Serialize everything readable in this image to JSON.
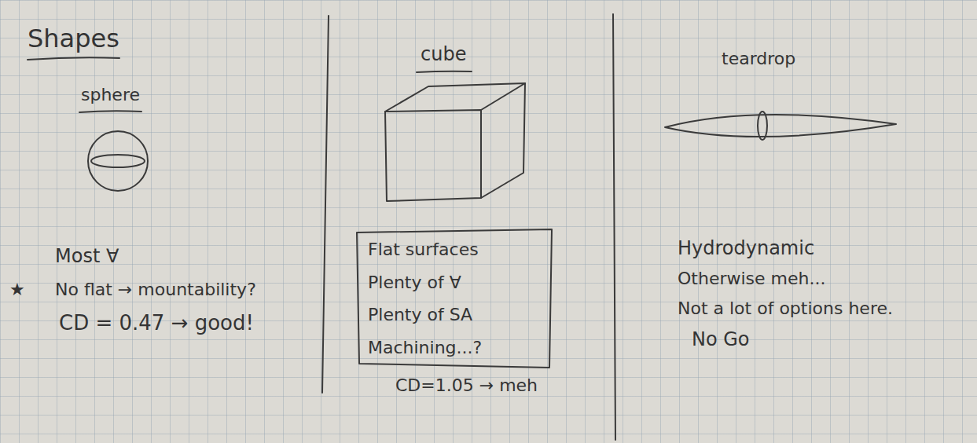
{
  "diagram": {
    "title": "Shapes",
    "nodes": [
      {
        "text": [
          "Flat surfaces",
          "Plenty of ∀",
          "Plenty of SA",
          "Machining...?"
        ]
      }
    ],
    "labels": [
      "sphere",
      "Most ∀",
      "★",
      "No flat → mountability?",
      "CD = 0.47 → good!",
      "cube",
      "CD=1.05 → meh",
      "teardrop",
      "Hydrodynamic",
      "Otherwise meh...",
      "Not a lot of options here.",
      "No Go"
    ]
  }
}
